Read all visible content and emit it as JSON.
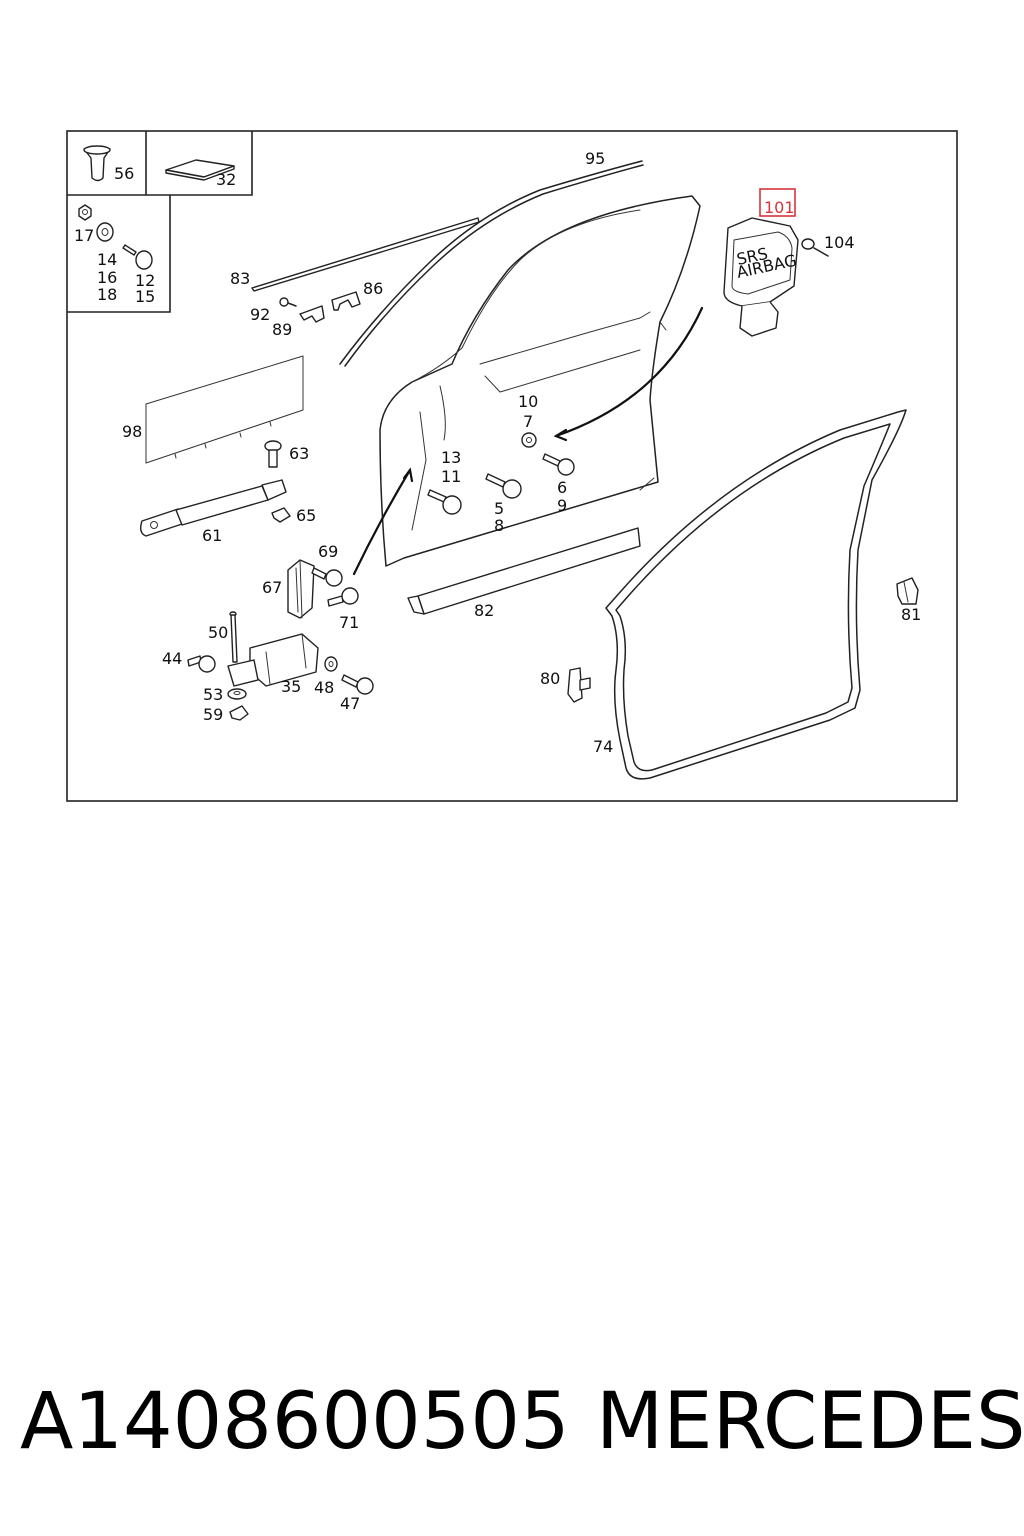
{
  "diagram": {
    "callouts": [
      {
        "id": "56",
        "text": "56"
      },
      {
        "id": "32",
        "text": "32"
      },
      {
        "id": "95",
        "text": "95"
      },
      {
        "id": "101",
        "text": "101",
        "highlighted": true
      },
      {
        "id": "104",
        "text": "104"
      },
      {
        "id": "17",
        "text": "17"
      },
      {
        "id": "14",
        "text": "14"
      },
      {
        "id": "16",
        "text": "16"
      },
      {
        "id": "18",
        "text": "18"
      },
      {
        "id": "12",
        "text": "12"
      },
      {
        "id": "15",
        "text": "15"
      },
      {
        "id": "83",
        "text": "83"
      },
      {
        "id": "86",
        "text": "86"
      },
      {
        "id": "92",
        "text": "92"
      },
      {
        "id": "89",
        "text": "89"
      },
      {
        "id": "98",
        "text": "98"
      },
      {
        "id": "63",
        "text": "63"
      },
      {
        "id": "65",
        "text": "65"
      },
      {
        "id": "61",
        "text": "61"
      },
      {
        "id": "10",
        "text": "10"
      },
      {
        "id": "7",
        "text": "7"
      },
      {
        "id": "13",
        "text": "13"
      },
      {
        "id": "11",
        "text": "11"
      },
      {
        "id": "6",
        "text": "6"
      },
      {
        "id": "9",
        "text": "9"
      },
      {
        "id": "5",
        "text": "5"
      },
      {
        "id": "8",
        "text": "8"
      },
      {
        "id": "69",
        "text": "69"
      },
      {
        "id": "67",
        "text": "67"
      },
      {
        "id": "71",
        "text": "71"
      },
      {
        "id": "82",
        "text": "82"
      },
      {
        "id": "81",
        "text": "81"
      },
      {
        "id": "50",
        "text": "50"
      },
      {
        "id": "44",
        "text": "44"
      },
      {
        "id": "35",
        "text": "35"
      },
      {
        "id": "48",
        "text": "48"
      },
      {
        "id": "47",
        "text": "47"
      },
      {
        "id": "53",
        "text": "53"
      },
      {
        "id": "59",
        "text": "59"
      },
      {
        "id": "80",
        "text": "80"
      },
      {
        "id": "74",
        "text": "74"
      }
    ],
    "airbag_label": [
      "SRS",
      "AIRBAG"
    ],
    "highlight_color": "#d9343b"
  },
  "footer": {
    "part_number": "A1408600505",
    "brand": "MERCEDES"
  }
}
